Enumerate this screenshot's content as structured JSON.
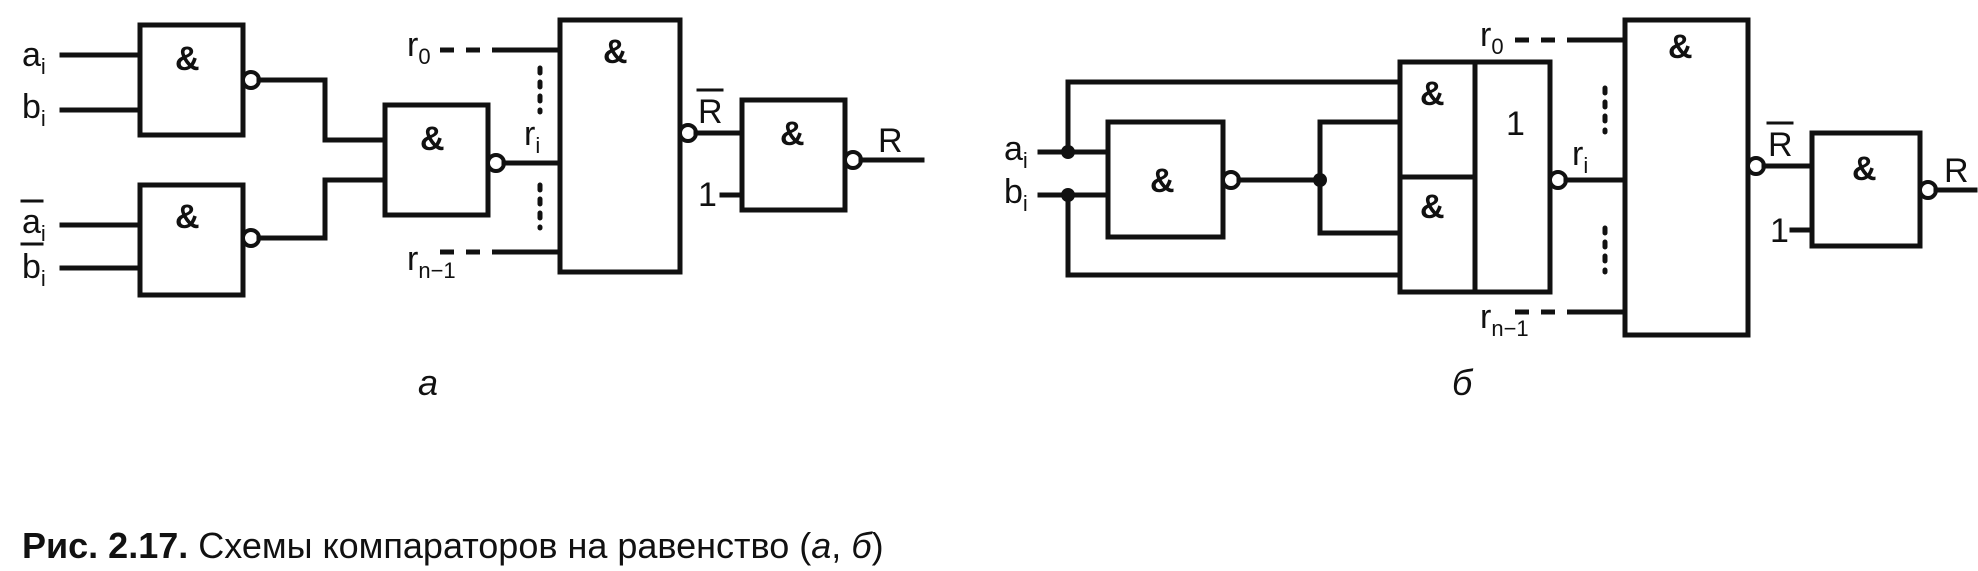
{
  "figure": {
    "caption_bold": "Рис. 2.17.",
    "caption_text": " Схемы компараторов на равенство (",
    "caption_italic_a": "а",
    "caption_sep": ", ",
    "caption_italic_b": "б",
    "caption_close": ")"
  },
  "symbols": {
    "and": "&",
    "or": "1",
    "one": "1"
  },
  "diagram_a": {
    "label": "а",
    "inputs": {
      "a": "a",
      "b": "b",
      "sub": "i"
    },
    "r0": {
      "base": "r",
      "sub": "0"
    },
    "ri": {
      "base": "r",
      "sub": "i"
    },
    "rn": {
      "base": "r",
      "sub": "n−1"
    },
    "rbar": "R",
    "r": "R"
  },
  "diagram_b": {
    "label": "б",
    "inputs": {
      "a": "a",
      "b": "b",
      "sub": "i"
    },
    "r0": {
      "base": "r",
      "sub": "0"
    },
    "ri": {
      "base": "r",
      "sub": "i"
    },
    "rn": {
      "base": "r",
      "sub": "n−1"
    },
    "rbar": "R",
    "r": "R"
  }
}
